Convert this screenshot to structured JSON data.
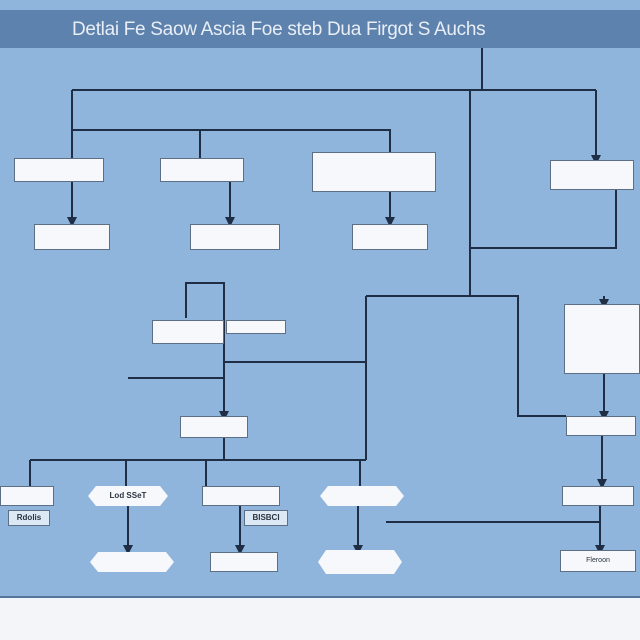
{
  "title": "Detlai Fe Saow Ascia Foe steb Dua Firgot S Auchs",
  "nodes": {
    "l1_a": "",
    "l1_b": "",
    "l1_c_top": "",
    "l1_c_bottom": "",
    "l1_d": "",
    "l2_a": "",
    "l2_b": "",
    "l2_c": "",
    "mid_left": "",
    "mid_right": "",
    "right_block": "",
    "mid_center": "",
    "right_mid": "",
    "row4_a": "",
    "row4_b": "Lod SSeT",
    "row4_c": "",
    "row4_d": "",
    "row4_e": "",
    "row4_a_note": "Rdolis",
    "row4_c_note": "BISBCI",
    "row5_a": "",
    "row5_b": "",
    "row5_c": "",
    "row5_d": "Fleroon"
  },
  "colors": {
    "background": "#8fb5dc",
    "title_bar": "#5d82ad",
    "connector": "#1f2e44"
  }
}
